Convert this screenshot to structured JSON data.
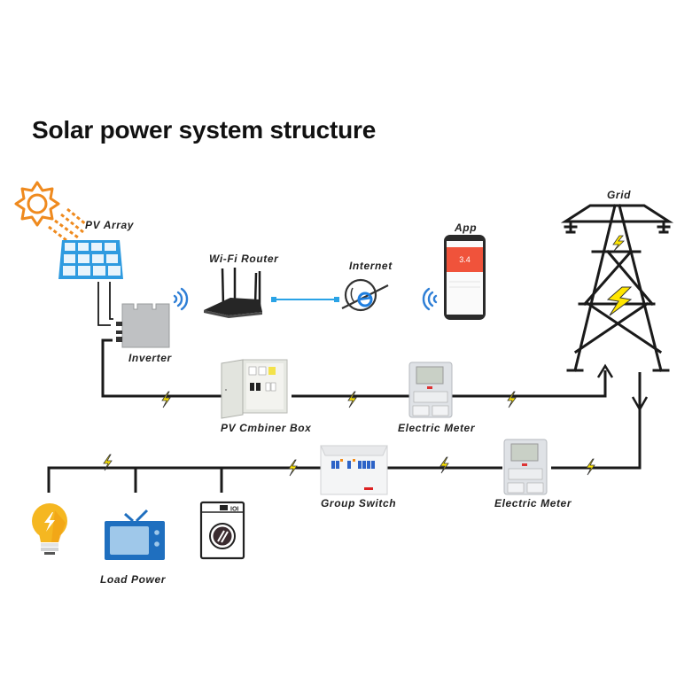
{
  "title": "Solar power system structure",
  "colors": {
    "wire": "#1a1a1a",
    "sun": "#ef8a1e",
    "panel": "#2f9be0",
    "wifi": "#2f7fd6",
    "data_link": "#2aa3e6",
    "bolt": "#ffe600",
    "app_header": "#f0533b",
    "tv": "#1f6fbf",
    "tv_screen": "#9fc8ea",
    "bulb": "#f5b721"
  },
  "components": {
    "pv_array": {
      "label": "PV Array",
      "icon": "solar-panel-icon"
    },
    "inverter": {
      "label": "Inverter",
      "icon": "inverter-icon"
    },
    "wifi_router": {
      "label": "Wi-Fi Router",
      "icon": "router-icon"
    },
    "internet": {
      "label": "Internet",
      "icon": "internet-globe-icon"
    },
    "app": {
      "label": "App",
      "icon": "smartphone-icon",
      "screen_value": "3.4"
    },
    "grid": {
      "label": "Grid",
      "icon": "transmission-tower-icon"
    },
    "combiner_box": {
      "label": "PV Cmbiner Box",
      "icon": "combiner-box-icon"
    },
    "electric_meter_top": {
      "label": "Electric Meter",
      "icon": "electric-meter-icon"
    },
    "group_switch": {
      "label": "Group Switch",
      "icon": "breaker-panel-icon"
    },
    "electric_meter_bottom": {
      "label": "Electric Meter",
      "icon": "electric-meter-icon"
    },
    "load_power": {
      "label": "Load Power",
      "icons": [
        "light-bulb-icon",
        "tv-icon",
        "washing-machine-icon"
      ]
    }
  }
}
